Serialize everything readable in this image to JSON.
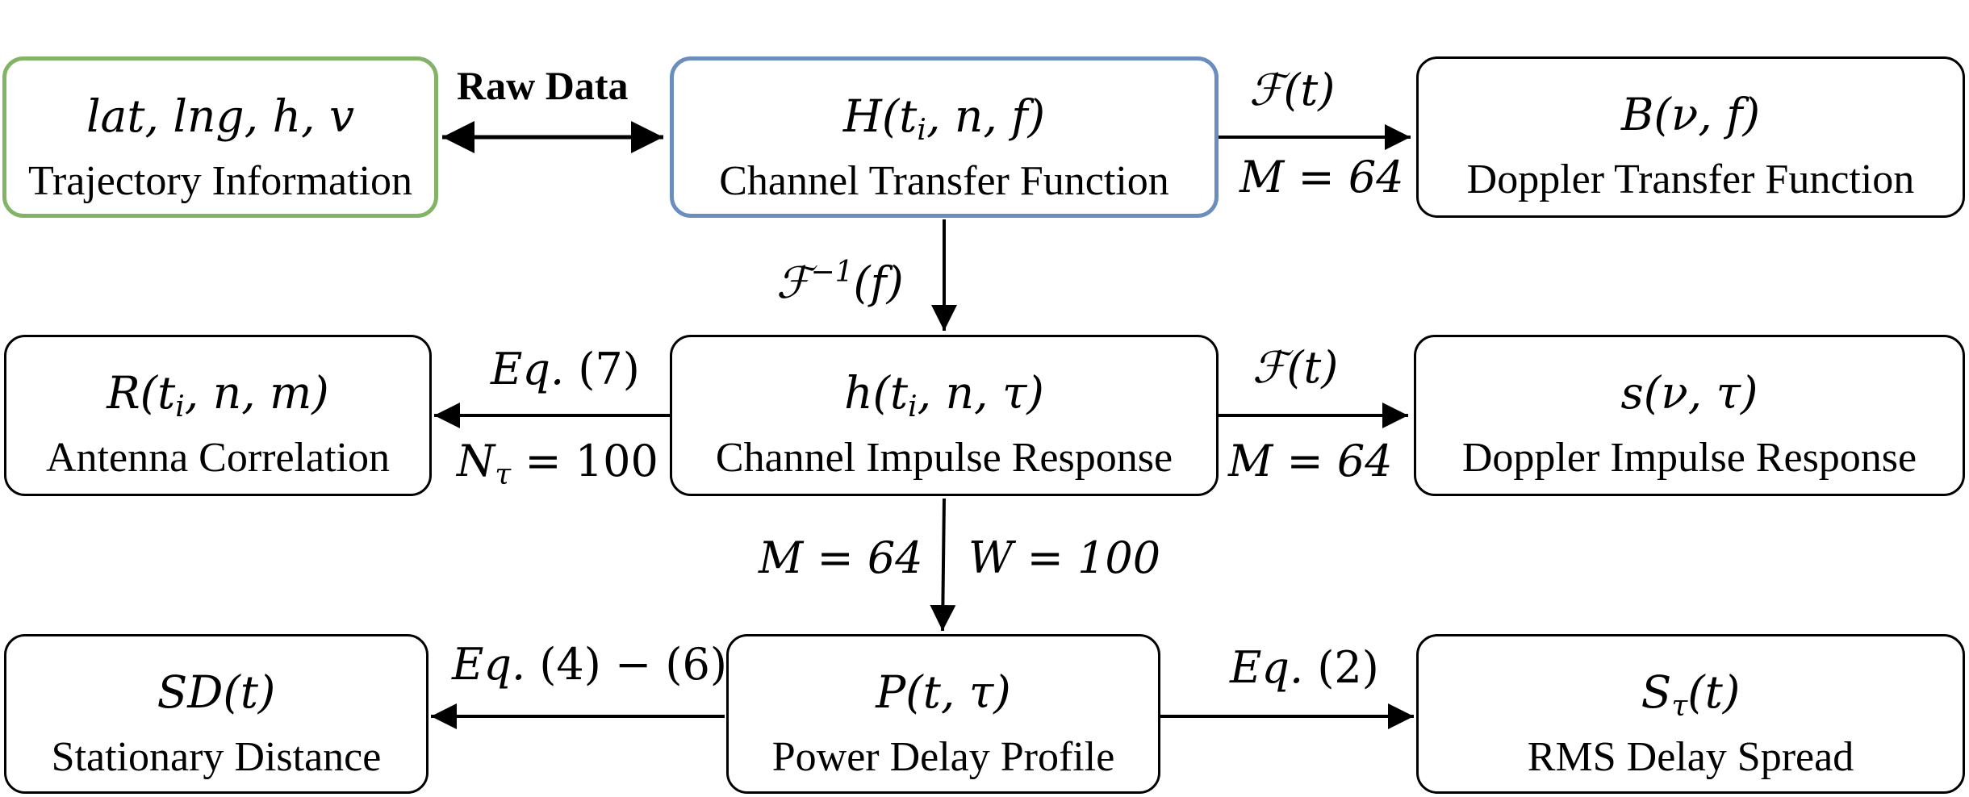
{
  "nodes": {
    "trajectory": {
      "symbol": "lat, lng, h, v",
      "label": "Trajectory Information"
    },
    "ctf": {
      "symbol_main": "H(t",
      "symbol_sub": "i",
      "symbol_rest": ", n, f)",
      "label": "Channel Transfer Function"
    },
    "dtf": {
      "symbol": "B(ν, f)",
      "label": "Doppler Transfer Function"
    },
    "antenna": {
      "symbol_main": "R(t",
      "symbol_sub": "i",
      "symbol_rest": ", n, m)",
      "label": "Antenna Correlation"
    },
    "cir": {
      "symbol_main": "h(t",
      "symbol_sub": "i",
      "symbol_rest": ", n, τ)",
      "label": "Channel Impulse Response"
    },
    "dir": {
      "symbol": "s(ν, τ)",
      "label": "Doppler Impulse Response"
    },
    "sd": {
      "symbol": "SD(t)",
      "label": "Stationary Distance"
    },
    "pdp": {
      "symbol": "P(t, τ)",
      "label": "Power Delay Profile"
    },
    "rms": {
      "symbol_main": "S",
      "symbol_sub": "τ",
      "symbol_rest": "(t)",
      "label": "RMS Delay Spread"
    }
  },
  "edges": {
    "raw_data": "Raw Data",
    "ctf_dtf_top": "ℱ(t)",
    "ctf_dtf_bottom": "M = 64",
    "ctf_cir_main": "ℱ",
    "ctf_cir_sup": "−1",
    "ctf_cir_rest": "(f)",
    "cir_antenna_top_a": "Eq.",
    "cir_antenna_top_b": " (7)",
    "cir_antenna_bottom_main": "N",
    "cir_antenna_bottom_sub": "τ",
    "cir_antenna_bottom_rest": " = 100",
    "cir_dir_top": "ℱ(t)",
    "cir_dir_bottom": "M = 64",
    "cir_pdp_left": "M = 64",
    "cir_pdp_right": "W = 100",
    "pdp_sd_a": "Eq.",
    "pdp_sd_b": " (4) − (6)",
    "pdp_rms_a": "Eq.",
    "pdp_rms_b": " (2)"
  },
  "colors": {
    "trajectory_border": "#82b366",
    "ctf_border": "#6c8ebf",
    "default_border": "#000000"
  }
}
